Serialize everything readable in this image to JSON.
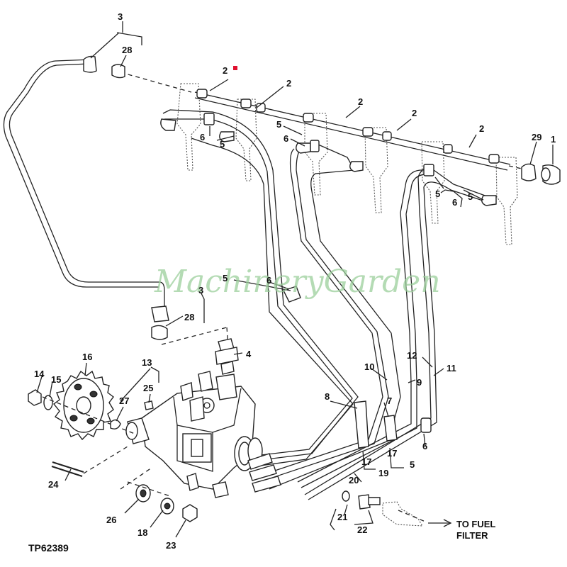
{
  "figure_code": "TP62389",
  "watermark": "MachineryGarden",
  "callouts": {
    "c1": "1",
    "c2a": "2",
    "c2b": "2",
    "c2c": "2",
    "c2d": "2",
    "c2e": "2",
    "c3a": "3",
    "c3b": "3",
    "c4": "4",
    "c5a": "5",
    "c5b": "5",
    "c5c": "5",
    "c5d": "5",
    "c5e": "5",
    "c6a": "6",
    "c6b": "6",
    "c6c": "6",
    "c6d": "6",
    "c6e": "6",
    "c7": "7",
    "c8": "8",
    "c9": "9",
    "c10": "10",
    "c11": "11",
    "c12": "12",
    "c13": "13",
    "c14": "14",
    "c15": "15",
    "c16": "16",
    "c17a": "17",
    "c17b": "17",
    "c18": "18",
    "c19": "19",
    "c20": "20",
    "c21": "21",
    "c22": "22",
    "c23": "23",
    "c24": "24",
    "c25": "25",
    "c26": "26",
    "c27": "27",
    "c28a": "28",
    "c28b": "28",
    "c29": "29"
  },
  "fuel_filter_label": [
    "TO FUEL",
    "FILTER"
  ],
  "colors": {
    "line": "#222222",
    "marker": "#e0102f",
    "watermark": "#9ccf9c"
  }
}
